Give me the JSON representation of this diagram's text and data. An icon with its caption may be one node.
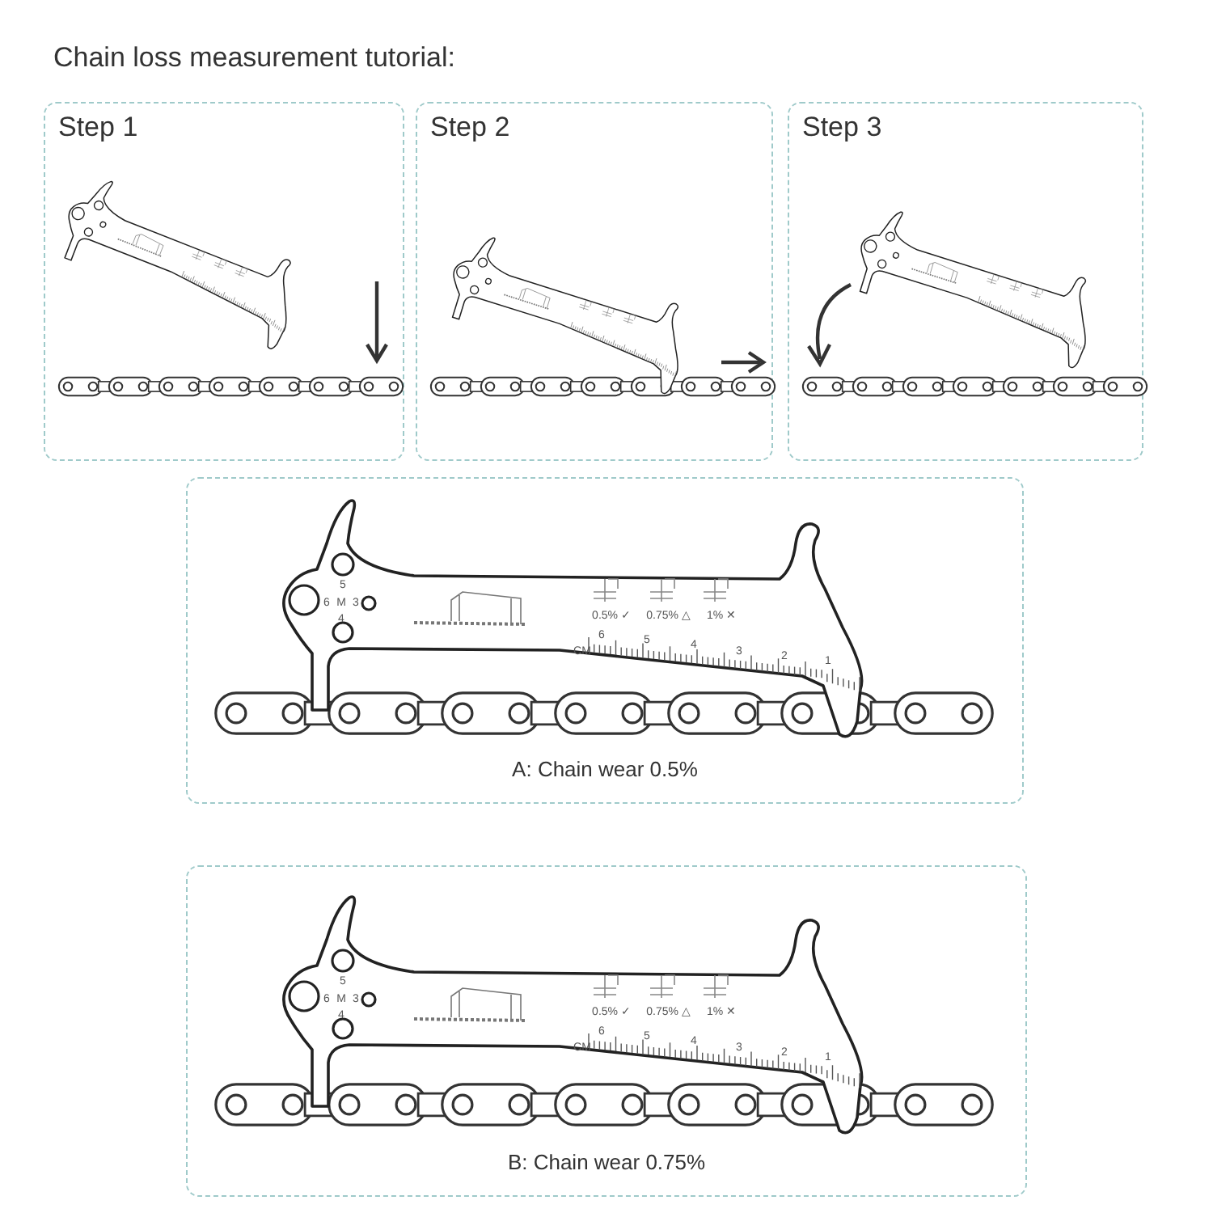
{
  "diagram": {
    "title": "Chain loss measurement tutorial:",
    "nodes": [
      {
        "text": [
          "Step 1"
        ]
      },
      {
        "text": [
          "Step 2"
        ]
      },
      {
        "text": [
          "Step 3"
        ]
      },
      {
        "text": [
          "A: Chain wear 0.5%"
        ]
      },
      {
        "text": [
          "B: Chain wear 0.75%"
        ]
      }
    ],
    "labels": [
      "5",
      "6",
      "M",
      "3",
      "4",
      "0.5% ✓",
      "0.75% △",
      "1% ✕",
      "CM",
      "6",
      "5",
      "4",
      "3",
      "2",
      "1",
      "5",
      "6",
      "M",
      "3",
      "4",
      "0.5% ✓",
      "0.75% △",
      "1% ✕",
      "CM",
      "6",
      "5",
      "4",
      "3",
      "2",
      "1"
    ]
  }
}
